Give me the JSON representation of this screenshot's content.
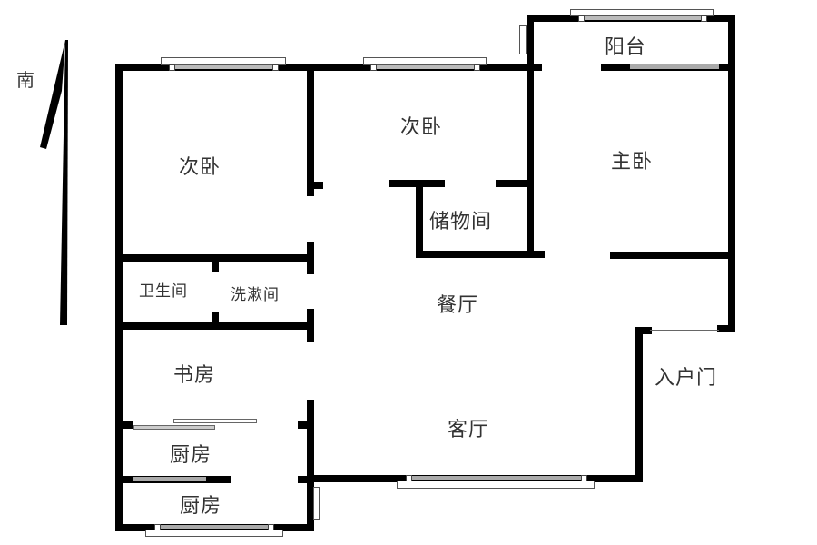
{
  "compass": {
    "label": "南",
    "meaning": "south arrow"
  },
  "rooms": {
    "bedroom2_west": "次卧",
    "bedroom2_north": "次卧",
    "balcony": "阳台",
    "master_bedroom": "主卧",
    "storage": "储物间",
    "toilet": "卫生间",
    "washroom": "洗漱间",
    "dining": "餐厅",
    "study": "书房",
    "kitchen1": "厨房",
    "kitchen2": "厨房",
    "living": "客厅",
    "entrance": "入户门"
  }
}
